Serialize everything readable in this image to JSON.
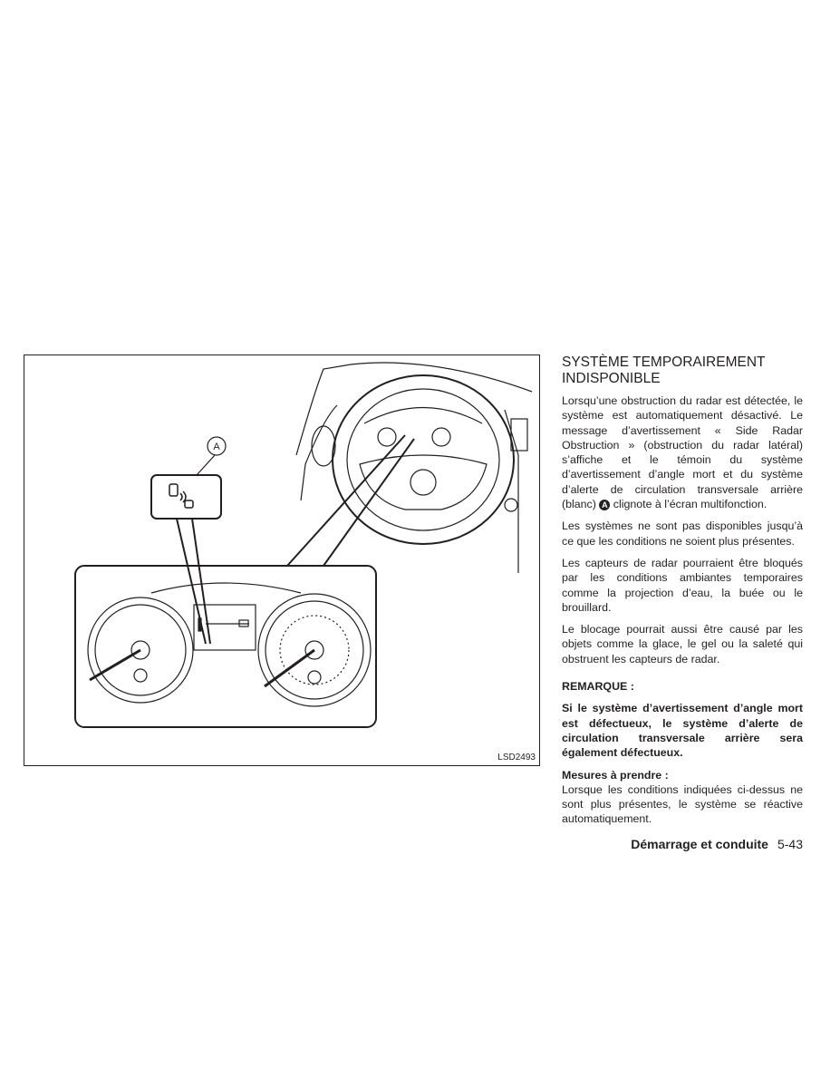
{
  "figure": {
    "code": "LSD2493",
    "callout_label": "A"
  },
  "section": {
    "title": "SYSTÈME TEMPORAIREMENT INDISPONIBLE",
    "p1_before": "Lorsqu’une obstruction du radar est détectée, le système est automatiquement désactivé. Le message d’avertissement « Side Radar Obstruction » (obstruction du radar latéral) s’affiche et le témoin du système d’avertissement d’angle mort et du système d’alerte de circulation transversale arrière (blanc)",
    "p1_marker": "A",
    "p1_after": "clignote à l’écran multifonction.",
    "p2": "Les systèmes ne sont pas disponibles jusqu’à ce que les conditions ne soient plus présentes.",
    "p3": "Les capteurs de radar pourraient être bloqués par les conditions ambiantes temporaires comme la projection d’eau, la buée ou le brouillard.",
    "p4": "Le blocage pourrait aussi être causé par les objets comme la glace, le gel ou la saleté qui obstruent les capteurs de radar.",
    "note_heading": "REMARQUE :",
    "note_text": "Si le système d’avertissement d’angle mort est défectueux, le système d’alerte de circulation transversale arrière sera également défectueux.",
    "action_heading": "Mesures à prendre :",
    "action_text": "Lorsque les conditions indiquées ci-dessus ne sont plus présentes, le système se réactive automatiquement."
  },
  "footer": {
    "section": "Démarrage et conduite",
    "page": "5-43"
  }
}
